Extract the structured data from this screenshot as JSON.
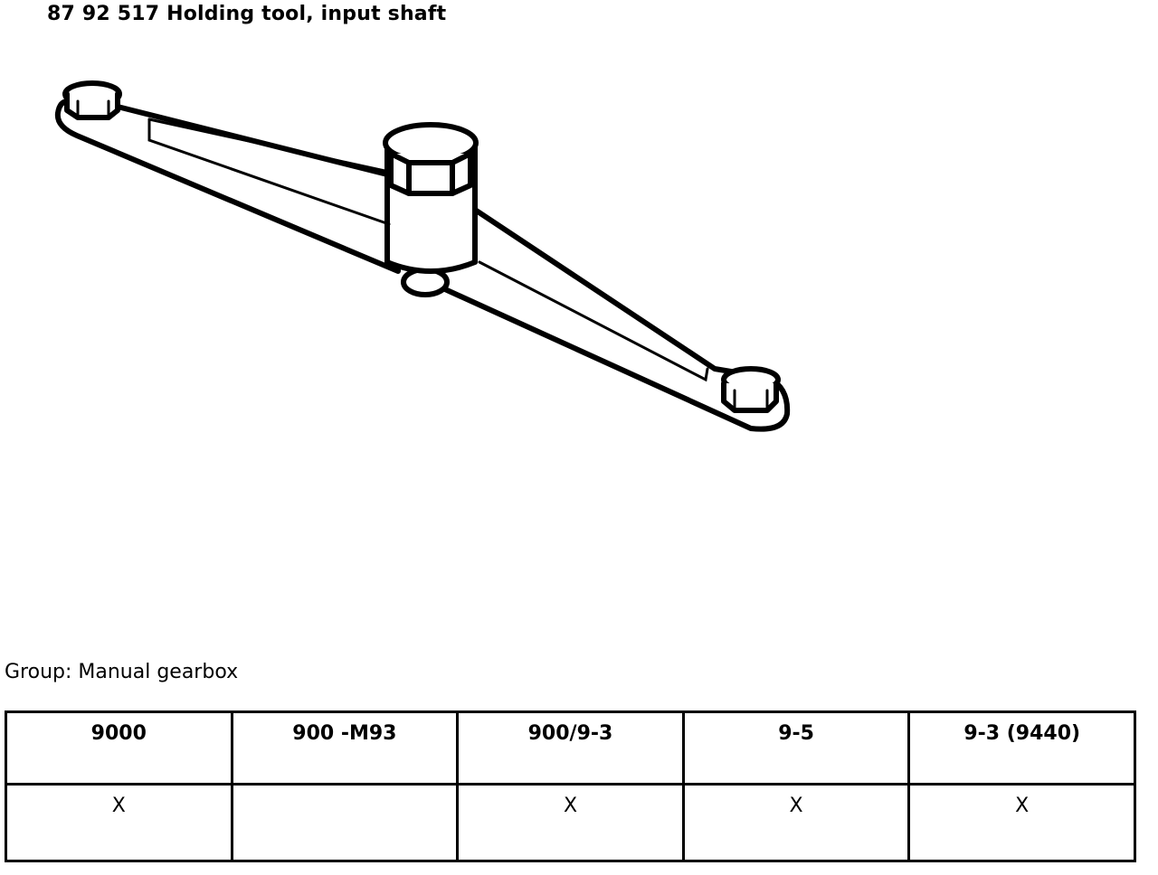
{
  "document": {
    "title": "87 92 517 Holding tool, input shaft",
    "group_label": "Group:",
    "group_value": "Manual gearbox",
    "illustration_icon": "holding-tool-illustration"
  },
  "table": {
    "headers": [
      "9000",
      "900 -M93",
      "900/9-3",
      "9-5",
      "9-3 (9440)"
    ],
    "rows": [
      [
        "X",
        "",
        "X",
        "X",
        "X"
      ]
    ]
  }
}
